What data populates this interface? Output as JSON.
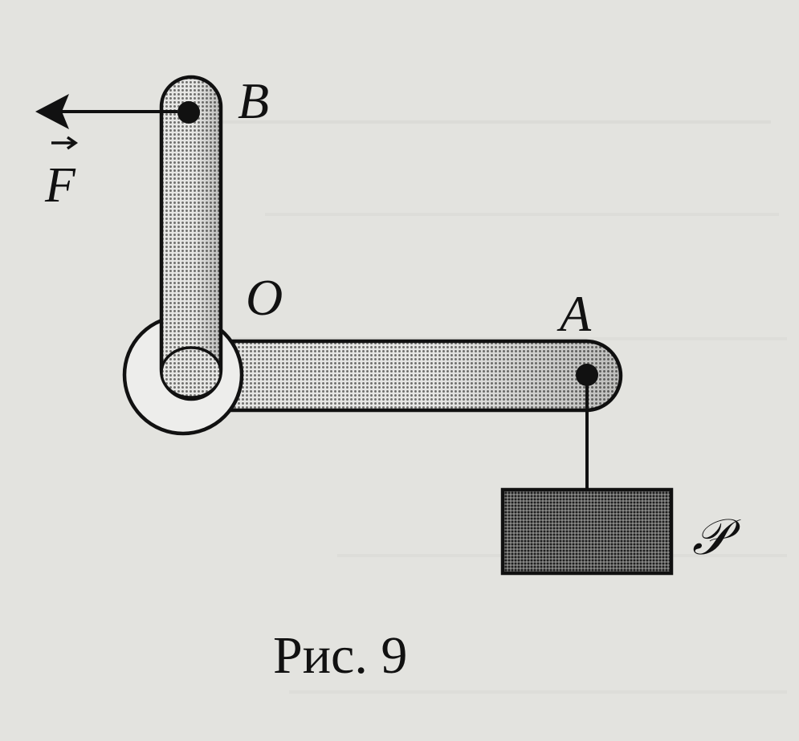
{
  "labels": {
    "point_b": "B",
    "point_o": "O",
    "point_a": "A",
    "force": "F",
    "weight": "𝒫"
  },
  "caption": "Рис. 9",
  "colors": {
    "ink": "#111111",
    "paper": "#e3e3df",
    "bar_fill": "#bdbdbb",
    "load_fill": "#555555"
  }
}
